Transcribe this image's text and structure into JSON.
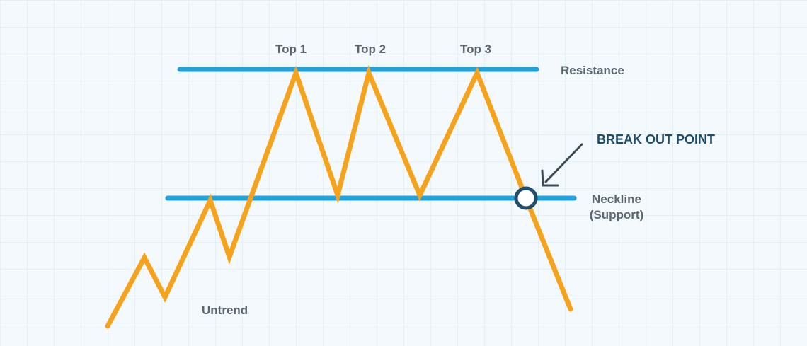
{
  "labels": {
    "top1": "Top 1",
    "top2": "Top 2",
    "top3": "Top 3",
    "resistance": "Resistance",
    "neckline": "Neckline",
    "support": "(Support)",
    "break_out": "BREAK OUT POINT",
    "uptrend": "Untrend"
  },
  "colors": {
    "price_line": "#f7a21b",
    "levels": "#1fa3e0",
    "break_marker": "#1f4d6b",
    "arrow": "#3a4a56",
    "label_text": "#5b6670",
    "background": "#f3f9fc"
  },
  "pattern": "triple top"
}
